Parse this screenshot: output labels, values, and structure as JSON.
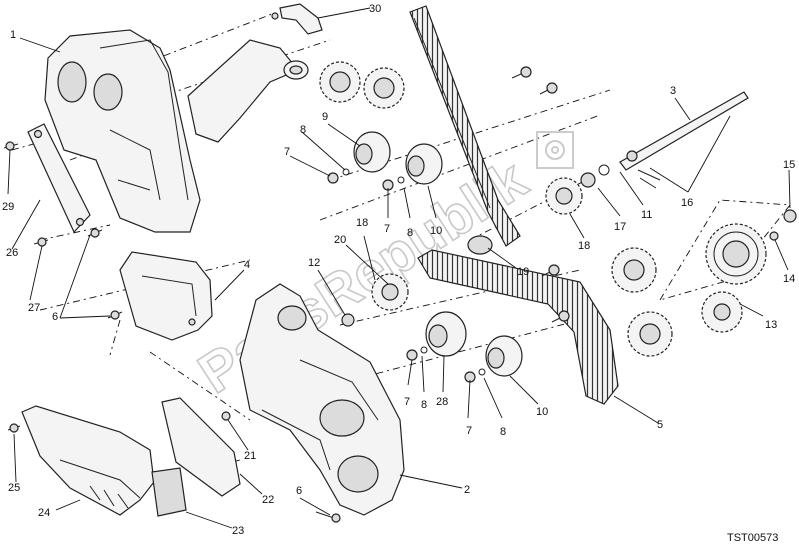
{
  "watermark": "PartsRepublik",
  "drawing_code": "TST00573",
  "callouts": [
    {
      "id": "c1",
      "text": "1"
    },
    {
      "id": "c2",
      "text": "2"
    },
    {
      "id": "c3",
      "text": "3"
    },
    {
      "id": "c4",
      "text": "4"
    },
    {
      "id": "c5",
      "text": "5"
    },
    {
      "id": "c6a",
      "text": "6"
    },
    {
      "id": "c6b",
      "text": "6"
    },
    {
      "id": "c7a",
      "text": "7"
    },
    {
      "id": "c7b",
      "text": "7"
    },
    {
      "id": "c7c",
      "text": "7"
    },
    {
      "id": "c7d",
      "text": "7"
    },
    {
      "id": "c8a",
      "text": "8"
    },
    {
      "id": "c8b",
      "text": "8"
    },
    {
      "id": "c8c",
      "text": "8"
    },
    {
      "id": "c8d",
      "text": "8"
    },
    {
      "id": "c9",
      "text": "9"
    },
    {
      "id": "c10a",
      "text": "10"
    },
    {
      "id": "c10b",
      "text": "10"
    },
    {
      "id": "c11",
      "text": "11"
    },
    {
      "id": "c12",
      "text": "12"
    },
    {
      "id": "c13",
      "text": "13"
    },
    {
      "id": "c14",
      "text": "14"
    },
    {
      "id": "c15",
      "text": "15"
    },
    {
      "id": "c16",
      "text": "16"
    },
    {
      "id": "c17",
      "text": "17"
    },
    {
      "id": "c18a",
      "text": "18"
    },
    {
      "id": "c18b",
      "text": "18"
    },
    {
      "id": "c19",
      "text": "19"
    },
    {
      "id": "c20",
      "text": "20"
    },
    {
      "id": "c21",
      "text": "21"
    },
    {
      "id": "c22",
      "text": "22"
    },
    {
      "id": "c23",
      "text": "23"
    },
    {
      "id": "c24",
      "text": "24"
    },
    {
      "id": "c25",
      "text": "25"
    },
    {
      "id": "c26",
      "text": "26"
    },
    {
      "id": "c27",
      "text": "27"
    },
    {
      "id": "c28",
      "text": "28"
    },
    {
      "id": "c29",
      "text": "29"
    },
    {
      "id": "c30",
      "text": "30"
    }
  ]
}
